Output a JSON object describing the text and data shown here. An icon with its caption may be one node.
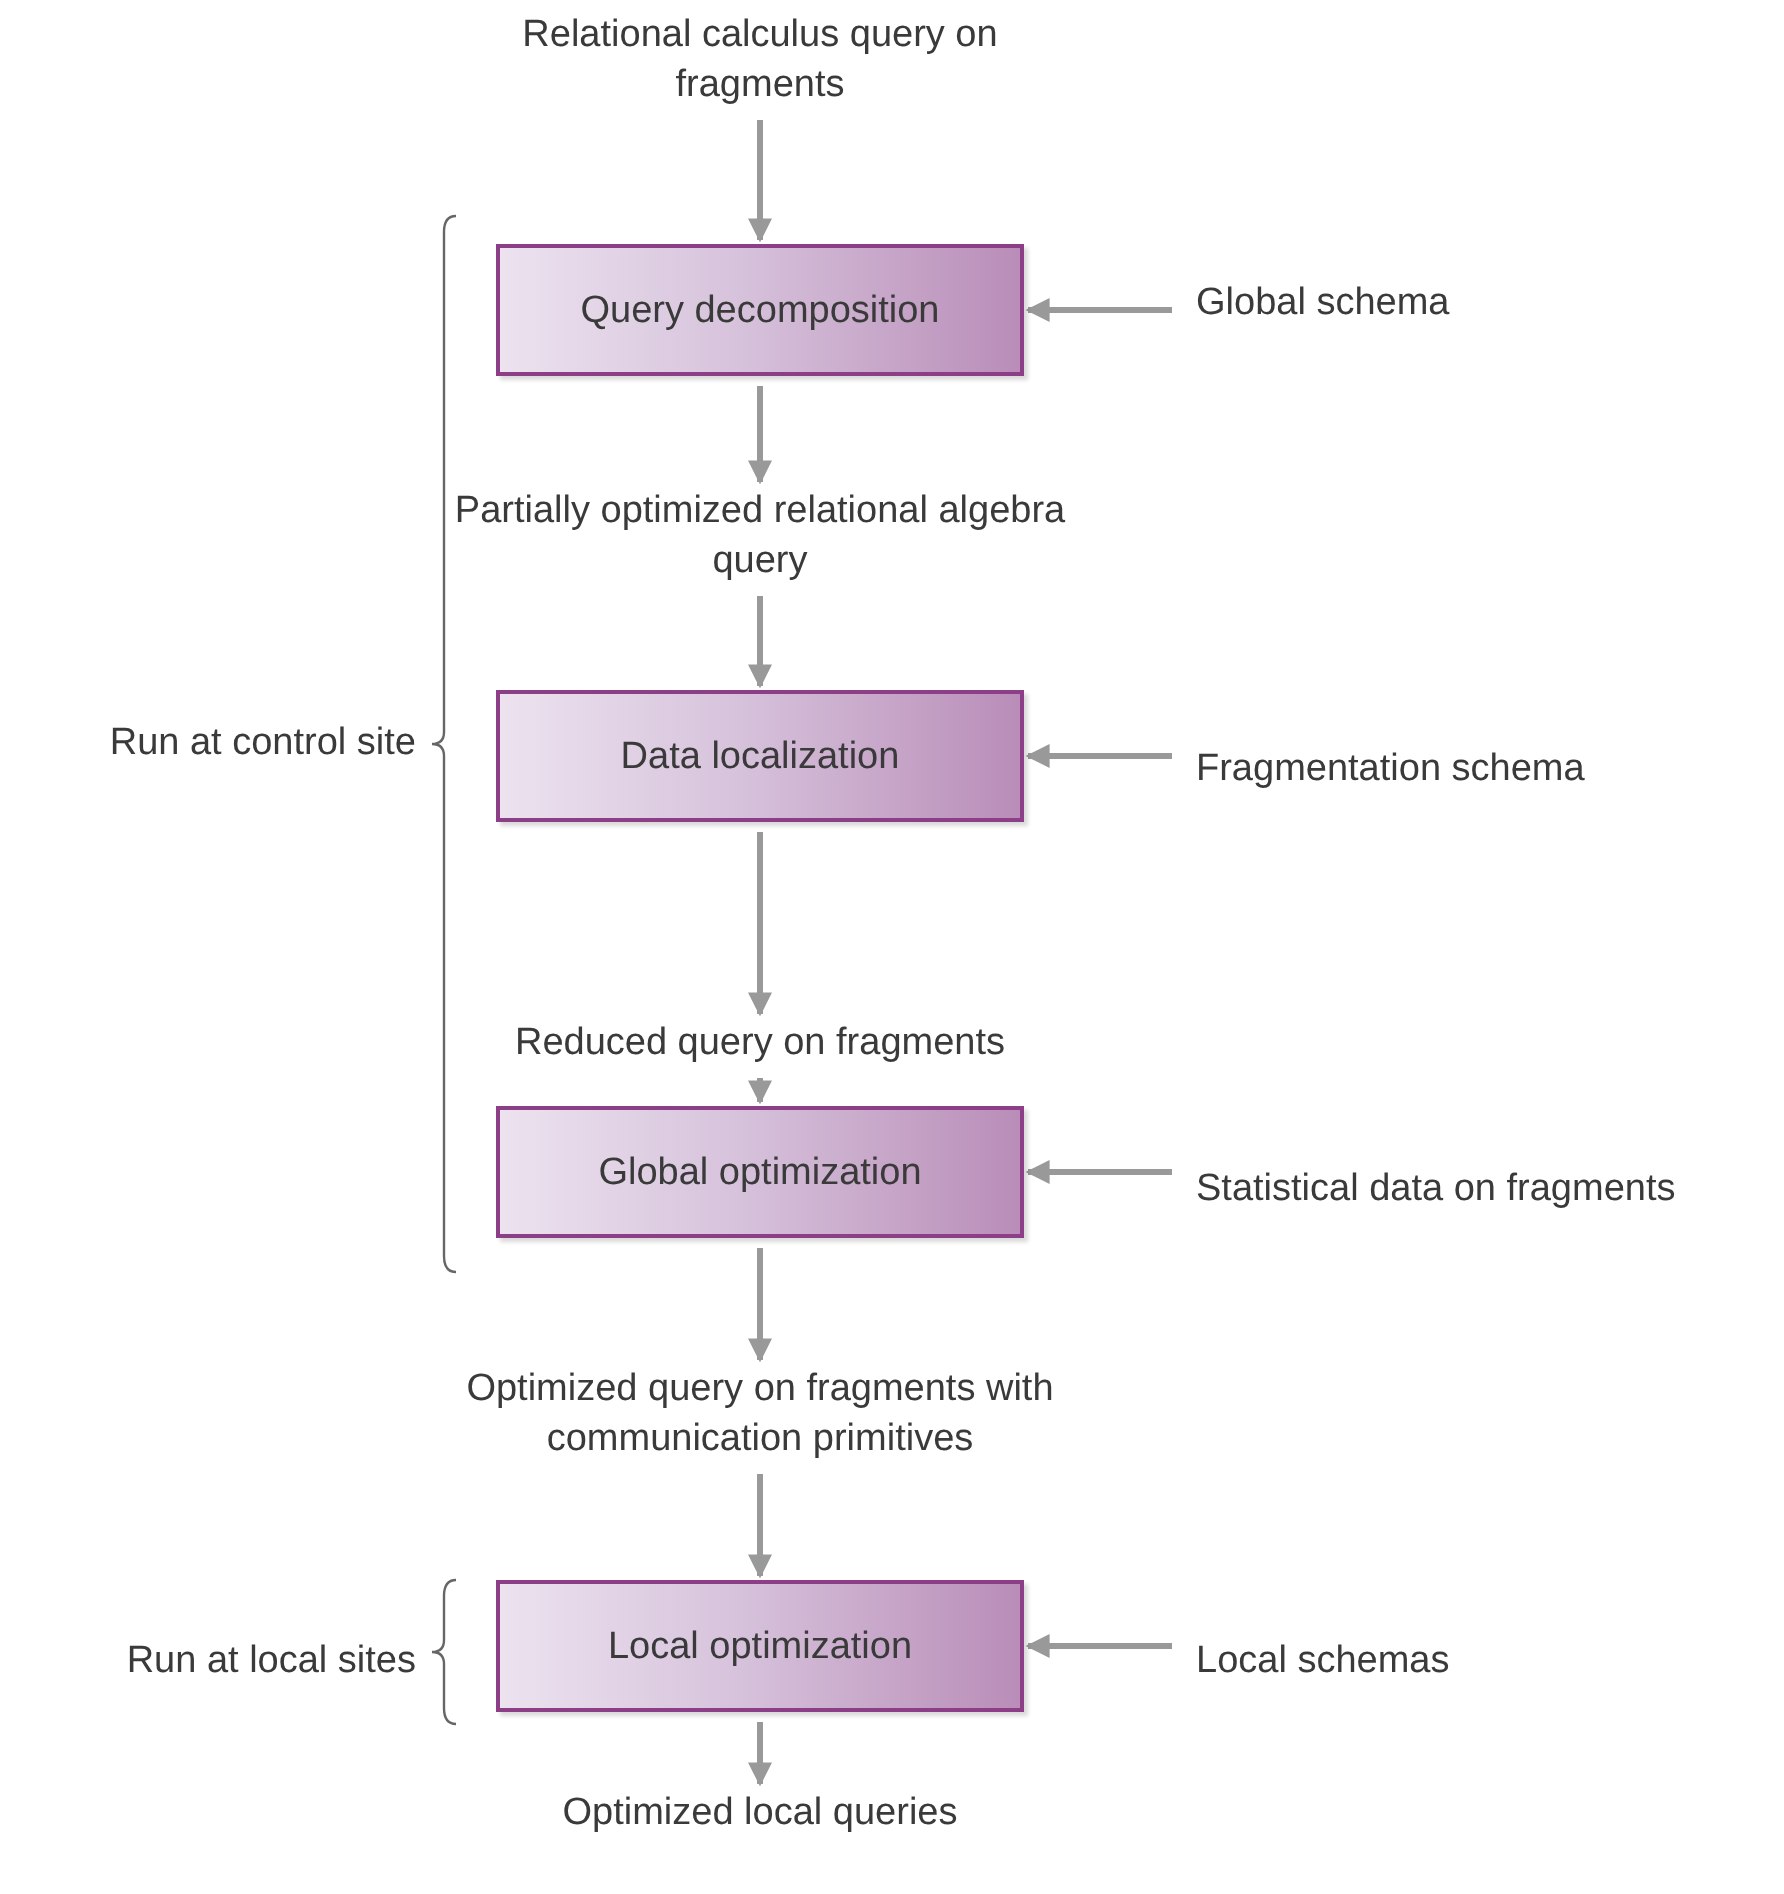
{
  "diagram": {
    "nodes": [
      {
        "text": [
          "Relational calculus query on fragments"
        ]
      },
      {
        "text": [
          "Query decomposition"
        ]
      },
      {
        "text": [
          "Global schema"
        ]
      },
      {
        "text": [
          "Partially optimized relational algebra query"
        ]
      },
      {
        "text": [
          "Data localization"
        ]
      },
      {
        "text": [
          "Fragmentation schema"
        ]
      },
      {
        "text": [
          "Reduced query on fragments"
        ]
      },
      {
        "text": [
          "Global optimization"
        ]
      },
      {
        "text": [
          "Statistical data on fragments"
        ]
      },
      {
        "text": [
          "Optimized query on fragments with communication primitives"
        ]
      },
      {
        "text": [
          "Local optimization"
        ]
      },
      {
        "text": [
          "Local schemas"
        ]
      },
      {
        "text": [
          "Optimized local queries"
        ]
      }
    ],
    "edges": [
      {
        "from": 0,
        "to": 1,
        "arrow": "to"
      },
      {
        "from": 2,
        "to": 1,
        "arrow": "to"
      },
      {
        "from": 1,
        "to": 3,
        "arrow": "to"
      },
      {
        "from": 3,
        "to": 4,
        "arrow": "to"
      },
      {
        "from": 5,
        "to": 4,
        "arrow": "to"
      },
      {
        "from": 4,
        "to": 6,
        "arrow": "to"
      },
      {
        "from": 6,
        "to": 7,
        "arrow": "to"
      },
      {
        "from": 8,
        "to": 7,
        "arrow": "to"
      },
      {
        "from": 7,
        "to": 9,
        "arrow": "to"
      },
      {
        "from": 9,
        "to": 10,
        "arrow": "to"
      },
      {
        "from": 11,
        "to": 10,
        "arrow": "to"
      },
      {
        "from": 10,
        "to": 12,
        "arrow": "to"
      }
    ],
    "labels": [
      "Run at control site",
      "Run at local sites"
    ]
  }
}
